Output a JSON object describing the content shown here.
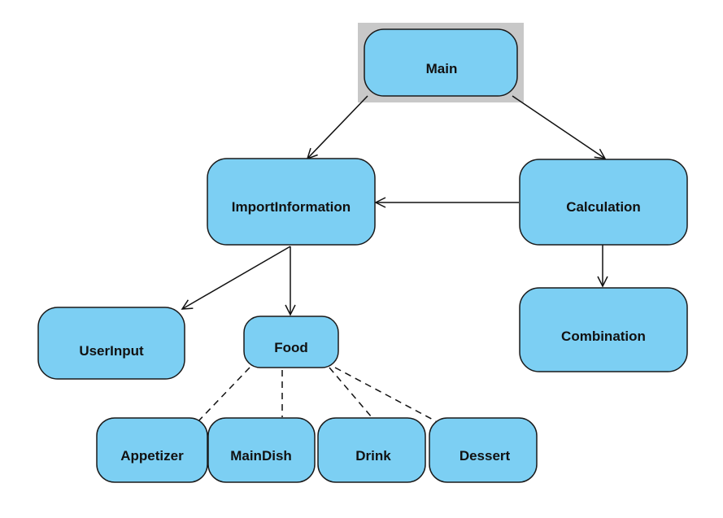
{
  "diagram": {
    "nodes": {
      "main": {
        "label": "Main"
      },
      "import_information": {
        "label": "ImportInformation"
      },
      "calculation": {
        "label": "Calculation"
      },
      "user_input": {
        "label": "UserInput"
      },
      "food": {
        "label": "Food"
      },
      "combination": {
        "label": "Combination"
      },
      "appetizer": {
        "label": "Appetizer"
      },
      "main_dish": {
        "label": "MainDish"
      },
      "drink": {
        "label": "Drink"
      },
      "dessert": {
        "label": "Dessert"
      }
    },
    "edges": [
      {
        "from": "main",
        "to": "import_information",
        "style": "solid-arrow"
      },
      {
        "from": "main",
        "to": "calculation",
        "style": "solid-arrow"
      },
      {
        "from": "calculation",
        "to": "import_information",
        "style": "solid-arrow"
      },
      {
        "from": "calculation",
        "to": "combination",
        "style": "solid-arrow"
      },
      {
        "from": "import_information",
        "to": "user_input",
        "style": "solid-arrow"
      },
      {
        "from": "import_information",
        "to": "food",
        "style": "solid-arrow"
      },
      {
        "from": "food",
        "to": "appetizer",
        "style": "dashed"
      },
      {
        "from": "food",
        "to": "main_dish",
        "style": "dashed"
      },
      {
        "from": "food",
        "to": "drink",
        "style": "dashed"
      },
      {
        "from": "food",
        "to": "dessert",
        "style": "dashed"
      }
    ],
    "colors": {
      "node_fill": "#7ccff3",
      "node_stroke": "#1a1a1a",
      "selection_highlight": "#c8c8c8",
      "edge": "#111111"
    },
    "selected_node": "main"
  }
}
